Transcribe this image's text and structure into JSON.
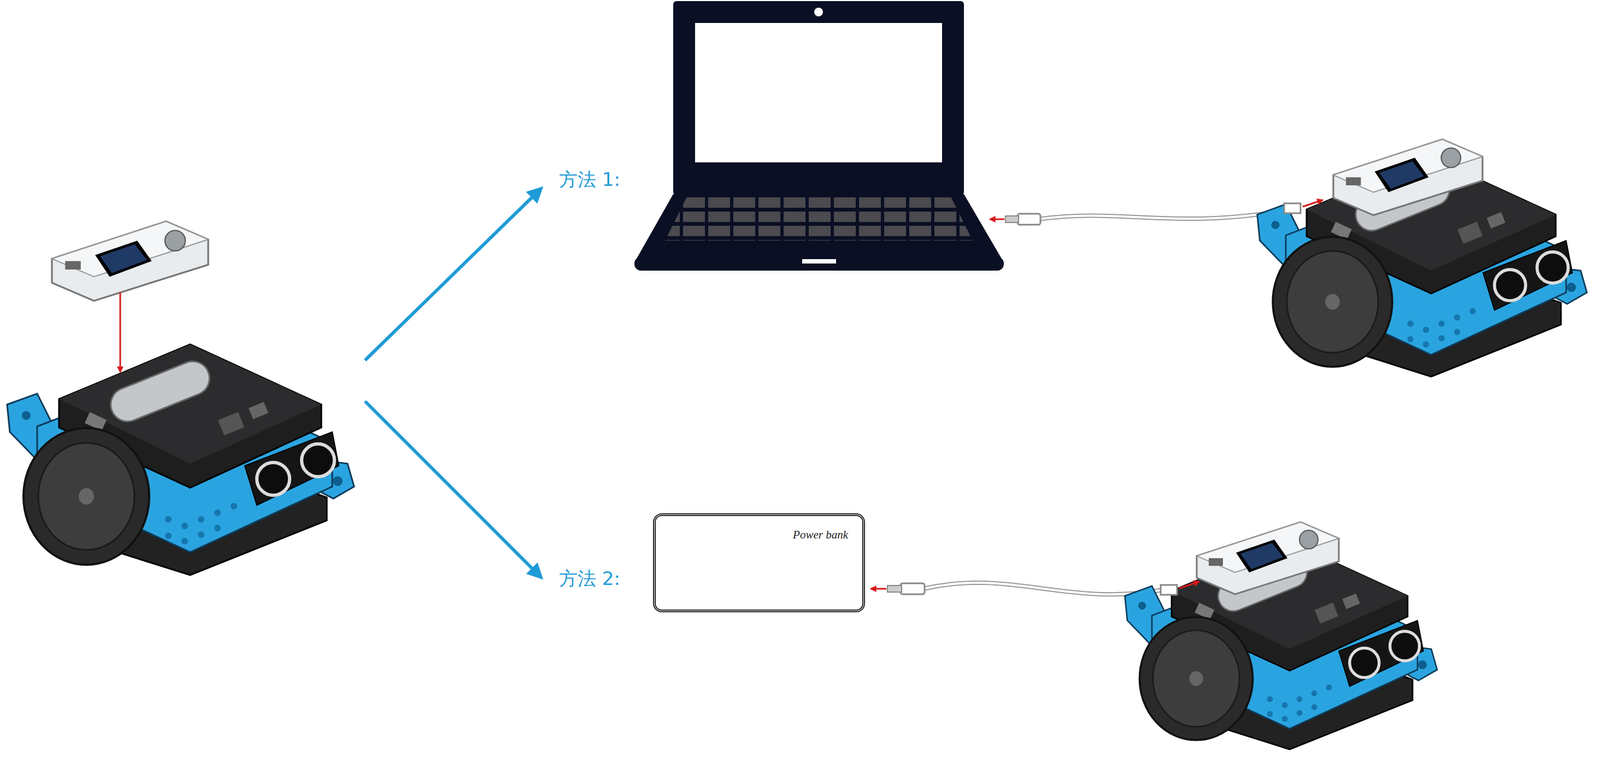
{
  "diagram": {
    "nodes": [
      {
        "text": [
          "Power bank"
        ]
      }
    ],
    "labels": [
      "方法 1:",
      "方法 2:"
    ]
  }
}
